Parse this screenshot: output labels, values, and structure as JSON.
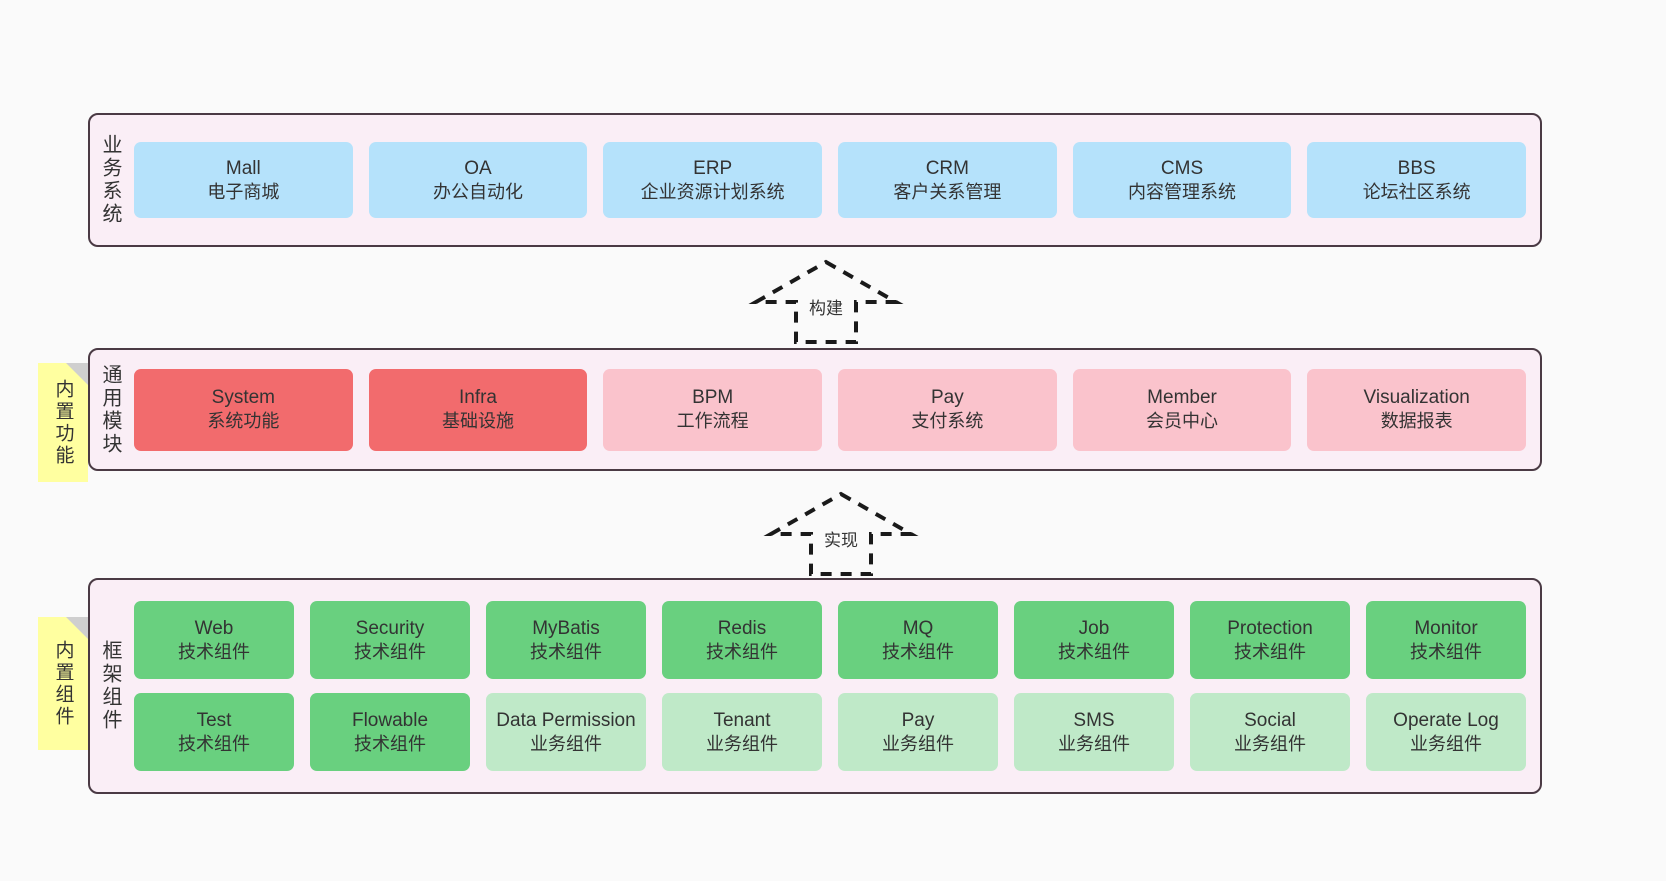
{
  "diagram": {
    "background_color": "#fafafa",
    "layer_fill": "#faeef6",
    "layer_border": "#4a3a44",
    "sticky_color": "#ffffa0",
    "colors": {
      "business_system": "#b5e2fb",
      "module_active": "#f26b6d",
      "module_planned": "#fac3cc",
      "component_tech": "#69d07f",
      "component_business": "#bfe9c8"
    }
  },
  "layers": [
    {
      "id": "business-system",
      "label": "业务系统",
      "rows": [
        [
          {
            "title": "Mall",
            "sub": "电子商城"
          },
          {
            "title": "OA",
            "sub": "办公自动化"
          },
          {
            "title": "ERP",
            "sub": "企业资源计划系统"
          },
          {
            "title": "CRM",
            "sub": "客户关系管理"
          },
          {
            "title": "CMS",
            "sub": "内容管理系统"
          },
          {
            "title": "BBS",
            "sub": "论坛社区系统"
          }
        ]
      ]
    },
    {
      "id": "common-module",
      "label": "通用模块",
      "sticky": "内置功能",
      "rows": [
        [
          {
            "title": "System",
            "sub": "系统功能",
            "tone": "active"
          },
          {
            "title": "Infra",
            "sub": "基础设施",
            "tone": "active"
          },
          {
            "title": "BPM",
            "sub": "工作流程",
            "tone": "planned"
          },
          {
            "title": "Pay",
            "sub": "支付系统",
            "tone": "planned"
          },
          {
            "title": "Member",
            "sub": "会员中心",
            "tone": "planned"
          },
          {
            "title": "Visualization",
            "sub": "数据报表",
            "tone": "planned"
          }
        ]
      ]
    },
    {
      "id": "framework-component",
      "label": "框架组件",
      "sticky": "内置组件",
      "rows": [
        [
          {
            "title": "Web",
            "sub": "技术组件",
            "tone": "tech"
          },
          {
            "title": "Security",
            "sub": "技术组件",
            "tone": "tech"
          },
          {
            "title": "MyBatis",
            "sub": "技术组件",
            "tone": "tech"
          },
          {
            "title": "Redis",
            "sub": "技术组件",
            "tone": "tech"
          },
          {
            "title": "MQ",
            "sub": "技术组件",
            "tone": "tech"
          },
          {
            "title": "Job",
            "sub": "技术组件",
            "tone": "tech"
          },
          {
            "title": "Protection",
            "sub": "技术组件",
            "tone": "tech"
          },
          {
            "title": "Monitor",
            "sub": "技术组件",
            "tone": "tech"
          }
        ],
        [
          {
            "title": "Test",
            "sub": "技术组件",
            "tone": "tech"
          },
          {
            "title": "Flowable",
            "sub": "技术组件",
            "tone": "tech"
          },
          {
            "title": "Data Permission",
            "sub": "业务组件",
            "tone": "business",
            "wrap": true
          },
          {
            "title": "Tenant",
            "sub": "业务组件",
            "tone": "business"
          },
          {
            "title": "Pay",
            "sub": "业务组件",
            "tone": "business"
          },
          {
            "title": "SMS",
            "sub": "业务组件",
            "tone": "business"
          },
          {
            "title": "Social",
            "sub": "业务组件",
            "tone": "business"
          },
          {
            "title": "Operate Log",
            "sub": "业务组件",
            "tone": "business"
          }
        ]
      ]
    }
  ],
  "connectors": [
    {
      "id": "build",
      "label": "构建"
    },
    {
      "id": "implement",
      "label": "实现"
    }
  ]
}
